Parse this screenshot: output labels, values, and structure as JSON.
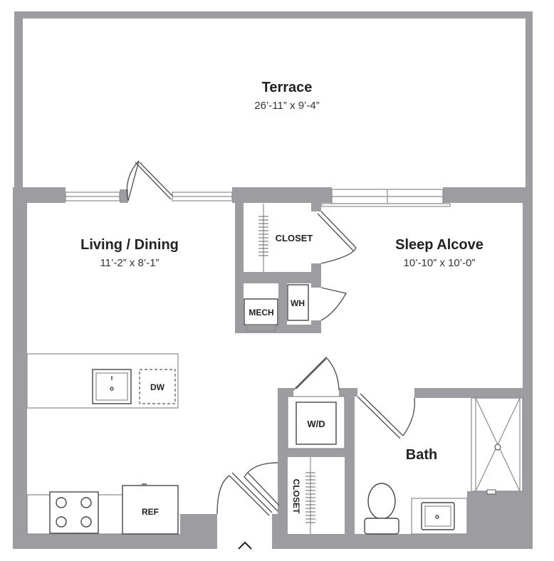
{
  "rooms": {
    "terrace": {
      "name": "Terrace",
      "dims": "26’-11” x 9’-4”"
    },
    "living": {
      "name": "Living / Dining",
      "dims": "11’-2” x 8’-1”"
    },
    "sleep": {
      "name": "Sleep Alcove",
      "dims": "10’-10” x 10’-0”"
    },
    "bath": {
      "name": "Bath"
    }
  },
  "fixtures": {
    "closet_upper": "CLOSET",
    "closet_lower": "CLOSET",
    "mech": "MECH",
    "wh": "WH",
    "wd": "W/D",
    "dw": "DW",
    "ref": "REF"
  },
  "colors": {
    "wall": "#9d9da1",
    "line": "#8c8c90",
    "text": "#222222"
  },
  "icons": {
    "entry": "chevron-up-icon"
  }
}
